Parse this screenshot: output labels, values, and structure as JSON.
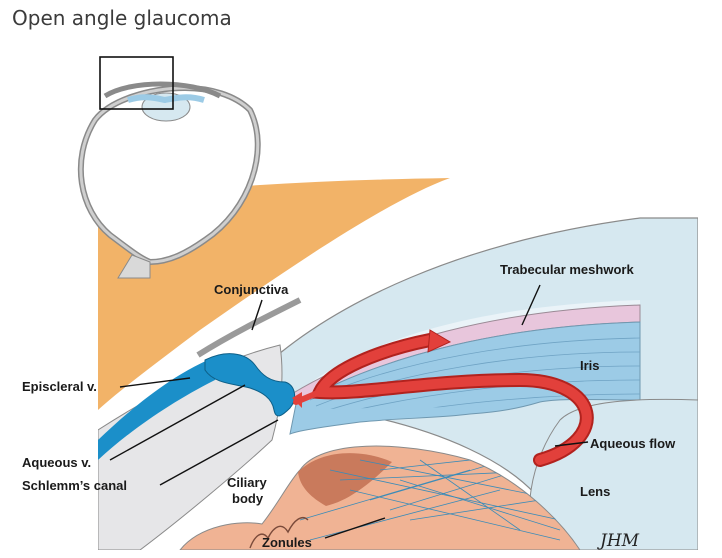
{
  "page": {
    "title": "Open angle glaucoma"
  },
  "labels": {
    "conjunctiva": "Conjunctiva",
    "trabecular": "Trabecular meshwork",
    "iris": "Iris",
    "episcleral": "Episcleral v.",
    "aqueous_flow": "Aqueous flow",
    "aqueous_v": "Aqueous v.",
    "schlemm": "Schlemm’s canal",
    "ciliary_1": "Ciliary",
    "ciliary_2": "body",
    "lens": "Lens",
    "zonules": "Zonules"
  },
  "signature": "JHM",
  "colors": {
    "sclera_tan": "#f2b368",
    "cornea": "#d6e8f0",
    "iris": "#9ccbe6",
    "trabecular": "#e8c6dc",
    "vein_blue": "#1b8fc9",
    "flow_red": "#e2403b",
    "ciliary": "#f0b394",
    "outline": "#8a8a8a"
  }
}
